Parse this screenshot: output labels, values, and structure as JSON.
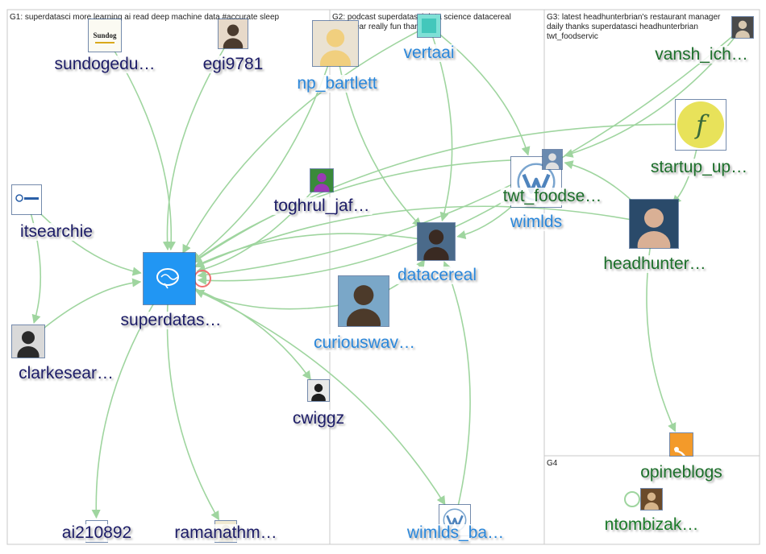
{
  "colors": {
    "edge": "#9fd59f",
    "group_border": "#c8c8c8",
    "g1_label": "#1a1a66",
    "g2_label": "#2a86d9",
    "g3_label": "#1b6e2a",
    "g4_label": "#1b7a2a"
  },
  "groups": [
    {
      "id": "G1",
      "title": "G1: superdatasci more learning ai read deep machine data #accurate sleep"
    },
    {
      "id": "G2",
      "title": "G2: podcast superdatasci data science datacereal tune hear really fun thanks"
    },
    {
      "id": "G3",
      "title": "G3: latest headhunterbrian's restaurant manager daily thanks superdatasci headhunterbrian twt_foodservic"
    },
    {
      "id": "G4",
      "title": "G4"
    }
  ],
  "nodes": [
    {
      "id": "superdatasci",
      "label": "superdatas…",
      "group": "G1",
      "icon": "brain-icon"
    },
    {
      "id": "sundogedu",
      "label": "sundogedu…",
      "group": "G1",
      "icon": "sundog-logo-icon"
    },
    {
      "id": "egi9781",
      "label": "egi9781",
      "group": "G1",
      "icon": "user-photo-icon"
    },
    {
      "id": "itsearchie",
      "label": "itsearchie",
      "group": "G1",
      "icon": "it-search-logo-icon"
    },
    {
      "id": "clarkesear",
      "label": "clarkesear…",
      "group": "G1",
      "icon": "user-photo-icon"
    },
    {
      "id": "toghrul",
      "label": "toghrul_jaf…",
      "group": "G1",
      "icon": "user-photo-icon"
    },
    {
      "id": "cwiggz",
      "label": "cwiggz",
      "group": "G1",
      "icon": "user-photo-icon"
    },
    {
      "id": "ai210892",
      "label": "ai210892",
      "group": "G1",
      "icon": "user-photo-icon"
    },
    {
      "id": "ramanathm",
      "label": "ramanathm…",
      "group": "G1",
      "icon": "user-photo-icon"
    },
    {
      "id": "np_bartlett",
      "label": "np_bartlett",
      "group": "G2",
      "icon": "user-photo-icon"
    },
    {
      "id": "vertaai",
      "label": "vertaai",
      "group": "G2",
      "icon": "vertaai-logo-icon"
    },
    {
      "id": "datacereal",
      "label": "datacereal",
      "group": "G2",
      "icon": "user-photo-icon"
    },
    {
      "id": "curiouswav",
      "label": "curiouswav…",
      "group": "G2",
      "icon": "user-photo-icon"
    },
    {
      "id": "wimlds",
      "label": "wimlds",
      "group": "G2",
      "icon": "wimlds-logo-icon"
    },
    {
      "id": "wimlds_ba",
      "label": "wimlds_ba…",
      "group": "G2",
      "icon": "wimlds-logo-icon"
    },
    {
      "id": "vansh_ich",
      "label": "vansh_ich…",
      "group": "G3",
      "icon": "user-photo-icon"
    },
    {
      "id": "startup_up",
      "label": "startup_up…",
      "group": "G3",
      "icon": "startup-logo-icon"
    },
    {
      "id": "twt_foodse",
      "label": "twt_foodse…",
      "group": "G3",
      "icon": "user-photo-icon"
    },
    {
      "id": "headhunter",
      "label": "headhunter…",
      "group": "G3",
      "icon": "user-photo-icon"
    },
    {
      "id": "opineblogs",
      "label": "opineblogs",
      "group": "G3",
      "icon": "rss-icon"
    },
    {
      "id": "ntombizak",
      "label": "ntombizak…",
      "group": "G4",
      "icon": "user-photo-icon"
    }
  ],
  "edges": [
    [
      "sundogedu",
      "superdatasci"
    ],
    [
      "egi9781",
      "superdatasci"
    ],
    [
      "np_bartlett",
      "superdatasci"
    ],
    [
      "vertaai",
      "superdatasci"
    ],
    [
      "vansh_ich",
      "superdatasci"
    ],
    [
      "startup_up",
      "superdatasci"
    ],
    [
      "toghrul",
      "superdatasci"
    ],
    [
      "itsearchie",
      "superdatasci"
    ],
    [
      "clarkesear",
      "superdatasci"
    ],
    [
      "twt_foodse",
      "superdatasci"
    ],
    [
      "wimlds",
      "superdatasci"
    ],
    [
      "datacereal",
      "superdatasci"
    ],
    [
      "curiouswav",
      "superdatasci"
    ],
    [
      "headhunter",
      "superdatasci"
    ],
    [
      "superdatasci",
      "cwiggz"
    ],
    [
      "superdatasci",
      "ramanathm"
    ],
    [
      "superdatasci",
      "wimlds_ba"
    ],
    [
      "superdatasci",
      "ai210892"
    ],
    [
      "itsearchie",
      "clarkesear"
    ],
    [
      "np_bartlett",
      "datacereal"
    ],
    [
      "vertaai",
      "datacereal"
    ],
    [
      "curiouswav",
      "datacereal"
    ],
    [
      "wimlds",
      "datacereal"
    ],
    [
      "wimlds_ba",
      "datacereal"
    ],
    [
      "vertaai",
      "wimlds"
    ],
    [
      "headhunter",
      "twt_foodse"
    ],
    [
      "startup_up",
      "headhunter"
    ],
    [
      "headhunter",
      "opineblogs"
    ],
    [
      "vansh_ich",
      "twt_foodse"
    ],
    [
      "ntombizak",
      "ntombizak"
    ]
  ]
}
